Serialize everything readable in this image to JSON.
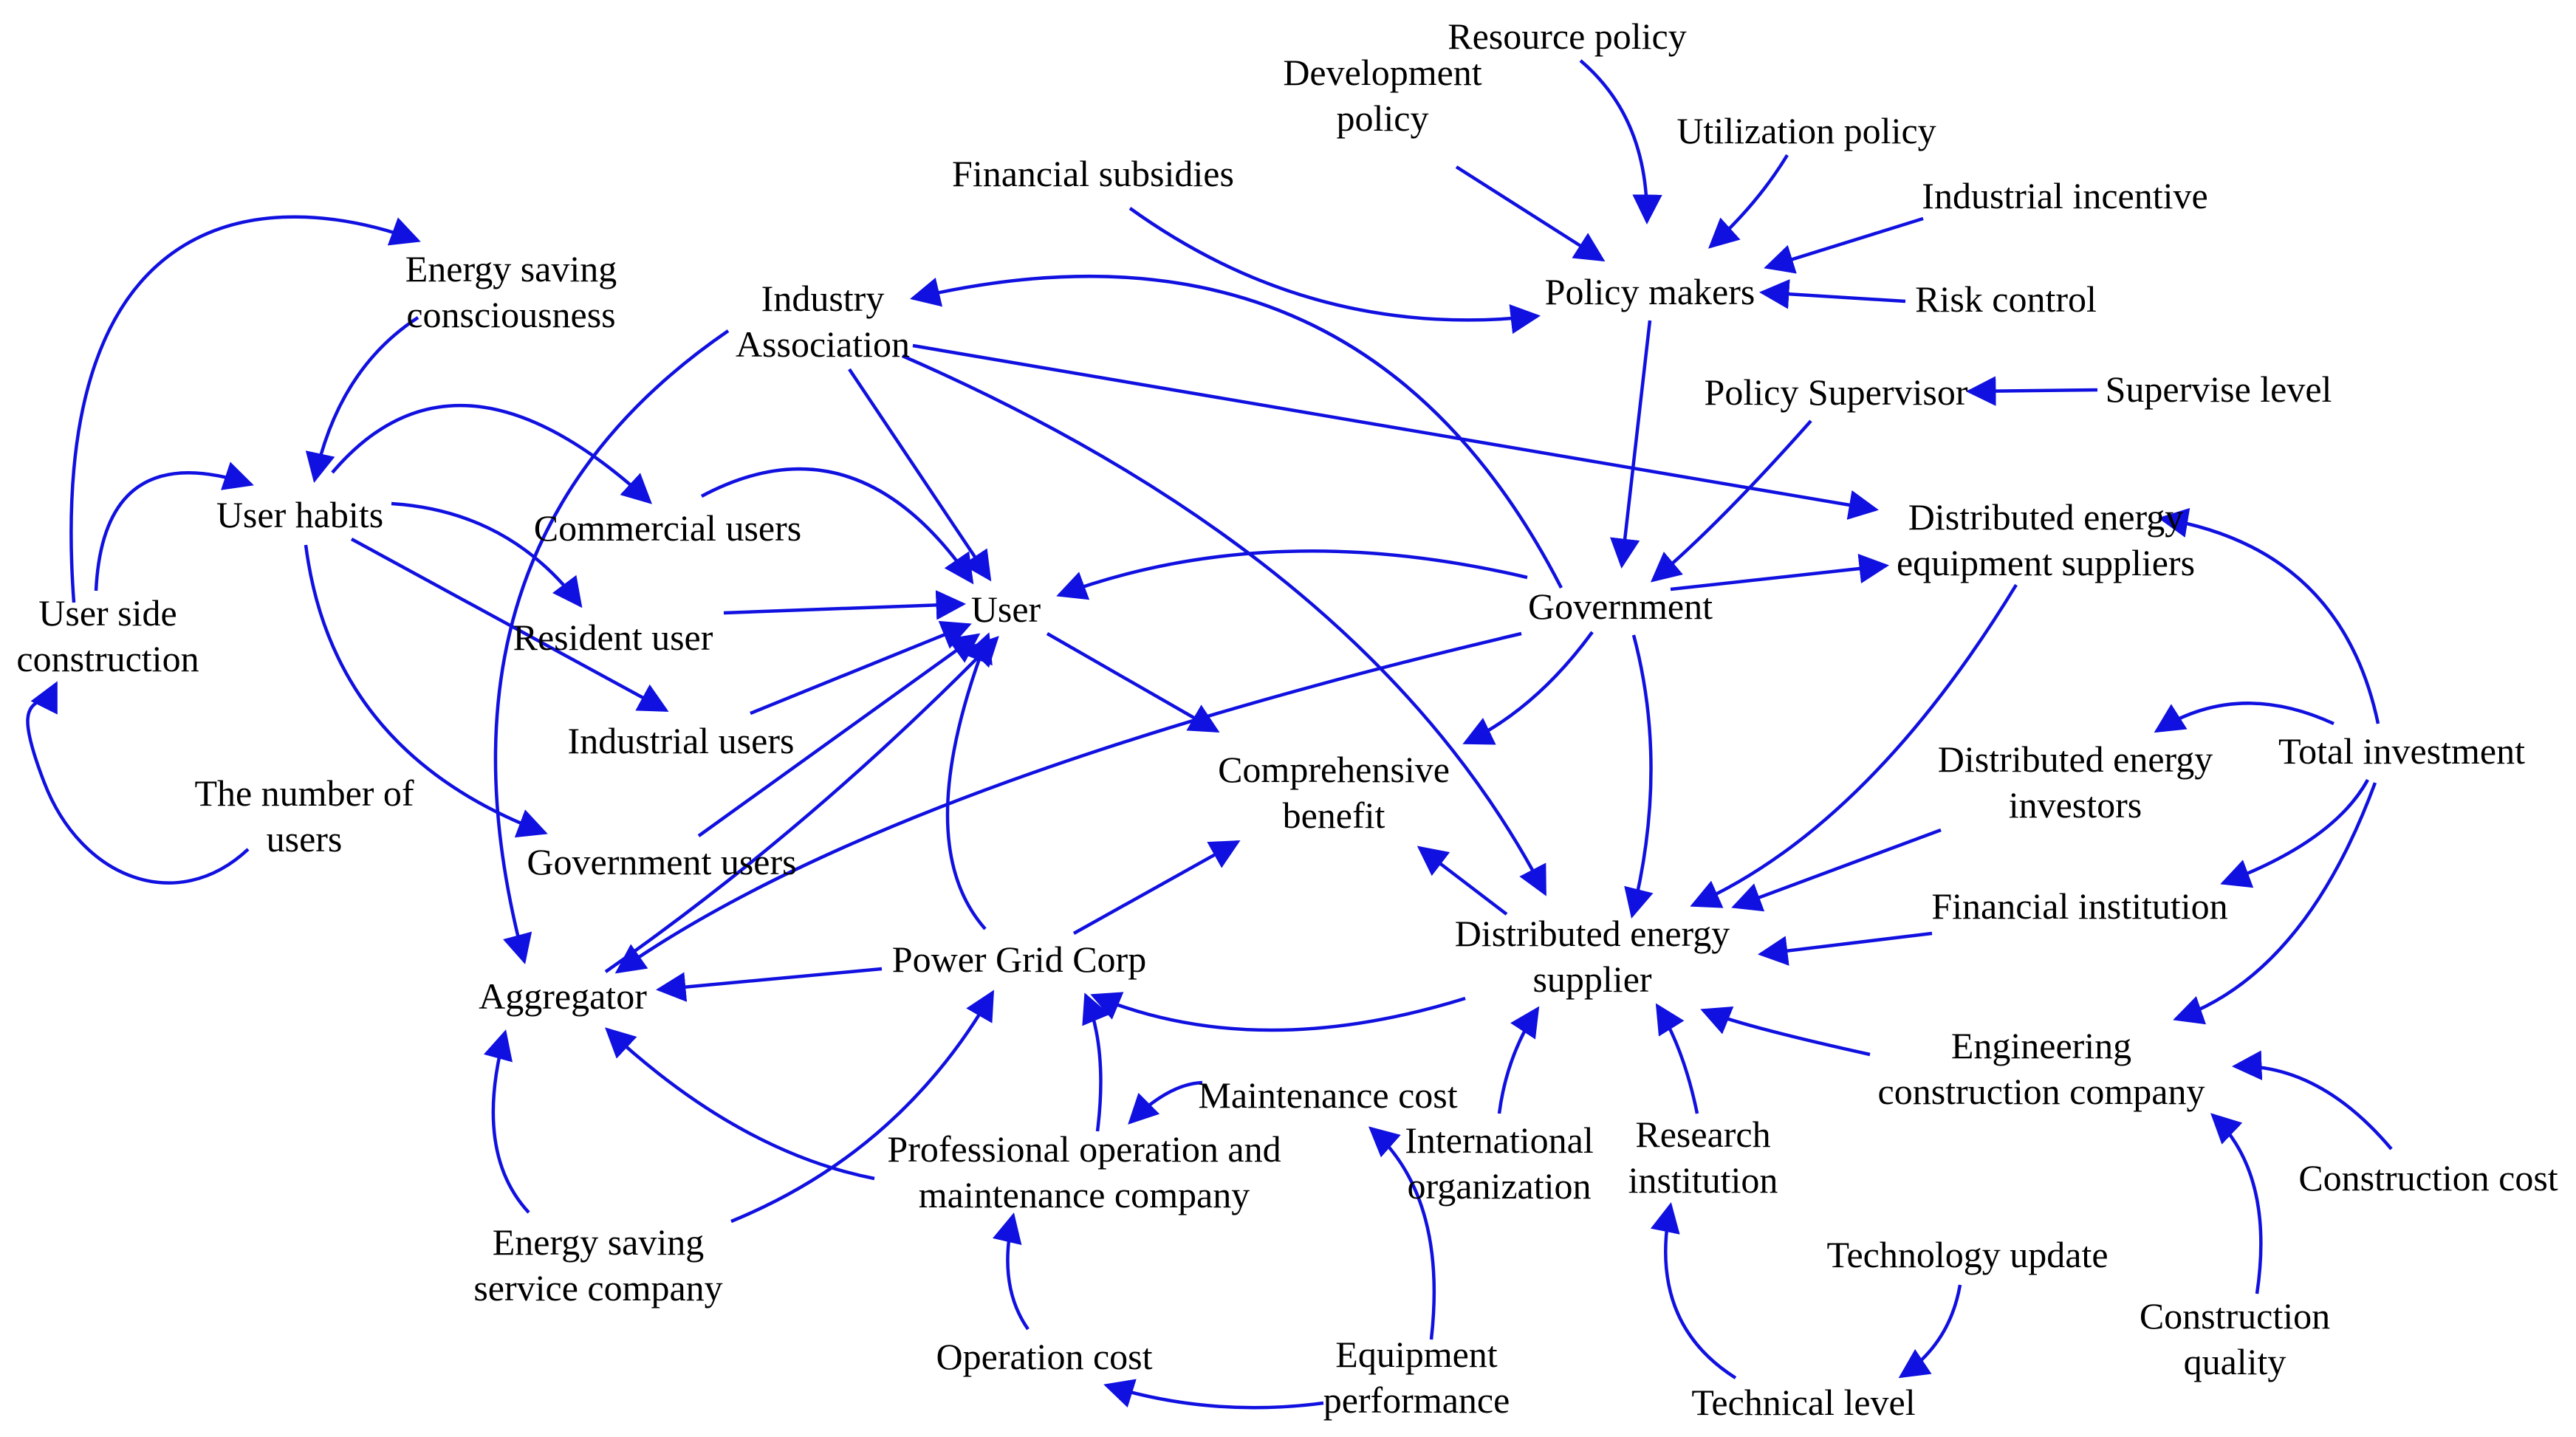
{
  "nodes": [
    {
      "id": "resource_policy",
      "lines": [
        "Resource policy"
      ]
    },
    {
      "id": "development_policy",
      "lines": [
        "Development",
        "policy"
      ]
    },
    {
      "id": "utilization_policy",
      "lines": [
        "Utilization policy"
      ]
    },
    {
      "id": "financial_subsidies",
      "lines": [
        "Financial subsidies"
      ]
    },
    {
      "id": "industrial_incentive",
      "lines": [
        "Industrial incentive"
      ]
    },
    {
      "id": "policy_makers",
      "lines": [
        "Policy makers"
      ]
    },
    {
      "id": "risk_control",
      "lines": [
        "Risk control"
      ]
    },
    {
      "id": "energy_saving_consciousness",
      "lines": [
        "Energy saving",
        "consciousness"
      ]
    },
    {
      "id": "industry_association",
      "lines": [
        "Industry",
        "Association"
      ]
    },
    {
      "id": "policy_supervisor",
      "lines": [
        "Policy Supervisor"
      ]
    },
    {
      "id": "supervise_level",
      "lines": [
        "Supervise level"
      ]
    },
    {
      "id": "user_habits",
      "lines": [
        "User habits"
      ]
    },
    {
      "id": "commercial_users",
      "lines": [
        "Commercial users"
      ]
    },
    {
      "id": "distributed_energy_equipment_suppliers",
      "lines": [
        "Distributed energy",
        "equipment suppliers"
      ]
    },
    {
      "id": "user_side_construction",
      "lines": [
        "User side",
        "construction"
      ]
    },
    {
      "id": "resident_user",
      "lines": [
        "Resident user"
      ]
    },
    {
      "id": "user",
      "lines": [
        "User"
      ]
    },
    {
      "id": "government",
      "lines": [
        "Government"
      ]
    },
    {
      "id": "industrial_users",
      "lines": [
        "Industrial users"
      ]
    },
    {
      "id": "comprehensive_benefit",
      "lines": [
        "Comprehensive",
        "benefit"
      ]
    },
    {
      "id": "distributed_energy_investors",
      "lines": [
        "Distributed energy",
        "investors"
      ]
    },
    {
      "id": "total_investment",
      "lines": [
        "Total investment"
      ]
    },
    {
      "id": "the_number_of_users",
      "lines": [
        "The number of",
        "users"
      ]
    },
    {
      "id": "government_users",
      "lines": [
        "Government users"
      ]
    },
    {
      "id": "financial_institution",
      "lines": [
        "Financial institution"
      ]
    },
    {
      "id": "distributed_energy_supplier",
      "lines": [
        "Distributed energy",
        "supplier"
      ]
    },
    {
      "id": "power_grid_corp",
      "lines": [
        "Power Grid Corp"
      ]
    },
    {
      "id": "aggregator",
      "lines": [
        "Aggregator"
      ]
    },
    {
      "id": "engineering_construction_company",
      "lines": [
        "Engineering",
        "construction company"
      ]
    },
    {
      "id": "maintenance_cost",
      "lines": [
        "Maintenance cost"
      ]
    },
    {
      "id": "international_organization",
      "lines": [
        "International",
        "organization"
      ]
    },
    {
      "id": "research_institution",
      "lines": [
        "Research",
        "institution"
      ]
    },
    {
      "id": "professional_om_company",
      "lines": [
        "Professional operation and",
        "maintenance company"
      ]
    },
    {
      "id": "construction_cost",
      "lines": [
        "Construction cost"
      ]
    },
    {
      "id": "energy_saving_service_company",
      "lines": [
        "Energy saving",
        "service company"
      ]
    },
    {
      "id": "technology_update",
      "lines": [
        "Technology update"
      ]
    },
    {
      "id": "construction_quality",
      "lines": [
        "Construction",
        "quality"
      ]
    },
    {
      "id": "operation_cost",
      "lines": [
        "Operation cost"
      ]
    },
    {
      "id": "equipment_performance",
      "lines": [
        "Equipment",
        "performance"
      ]
    },
    {
      "id": "technical_level",
      "lines": [
        "Technical level"
      ]
    }
  ],
  "edges": [
    {
      "from": "resource_policy",
      "to": "policy_makers"
    },
    {
      "from": "development_policy",
      "to": "policy_makers"
    },
    {
      "from": "utilization_policy",
      "to": "policy_makers"
    },
    {
      "from": "industrial_incentive",
      "to": "policy_makers"
    },
    {
      "from": "risk_control",
      "to": "policy_makers"
    },
    {
      "from": "financial_subsidies",
      "to": "policy_makers"
    },
    {
      "from": "government",
      "to": "industry_association"
    },
    {
      "from": "policy_makers",
      "to": "government"
    },
    {
      "from": "supervise_level",
      "to": "policy_supervisor"
    },
    {
      "from": "policy_supervisor",
      "to": "government"
    },
    {
      "from": "government",
      "to": "distributed_energy_equipment_suppliers"
    },
    {
      "from": "industry_association",
      "to": "distributed_energy_equipment_suppliers"
    },
    {
      "from": "total_investment",
      "to": "distributed_energy_equipment_suppliers"
    },
    {
      "from": "total_investment",
      "to": "distributed_energy_investors"
    },
    {
      "from": "total_investment",
      "to": "financial_institution"
    },
    {
      "from": "total_investment",
      "to": "engineering_construction_company"
    },
    {
      "from": "distributed_energy_equipment_suppliers",
      "to": "distributed_energy_supplier"
    },
    {
      "from": "distributed_energy_investors",
      "to": "distributed_energy_supplier"
    },
    {
      "from": "financial_institution",
      "to": "distributed_energy_supplier"
    },
    {
      "from": "engineering_construction_company",
      "to": "distributed_energy_supplier"
    },
    {
      "from": "research_institution",
      "to": "distributed_energy_supplier"
    },
    {
      "from": "international_organization",
      "to": "distributed_energy_supplier"
    },
    {
      "from": "government",
      "to": "distributed_energy_supplier"
    },
    {
      "from": "industry_association",
      "to": "distributed_energy_supplier"
    },
    {
      "from": "distributed_energy_supplier",
      "to": "comprehensive_benefit"
    },
    {
      "from": "distributed_energy_supplier",
      "to": "power_grid_corp"
    },
    {
      "from": "government",
      "to": "comprehensive_benefit"
    },
    {
      "from": "user",
      "to": "comprehensive_benefit"
    },
    {
      "from": "power_grid_corp",
      "to": "comprehensive_benefit"
    },
    {
      "from": "government",
      "to": "user"
    },
    {
      "from": "industry_association",
      "to": "user"
    },
    {
      "from": "commercial_users",
      "to": "user"
    },
    {
      "from": "resident_user",
      "to": "user"
    },
    {
      "from": "industrial_users",
      "to": "user"
    },
    {
      "from": "government_users",
      "to": "user"
    },
    {
      "from": "power_grid_corp",
      "to": "user"
    },
    {
      "from": "aggregator",
      "to": "user"
    },
    {
      "from": "government",
      "to": "aggregator"
    },
    {
      "from": "industry_association",
      "to": "aggregator"
    },
    {
      "from": "power_grid_corp",
      "to": "aggregator"
    },
    {
      "from": "energy_saving_service_company",
      "to": "aggregator"
    },
    {
      "from": "professional_om_company",
      "to": "aggregator"
    },
    {
      "from": "energy_saving_service_company",
      "to": "power_grid_corp"
    },
    {
      "from": "professional_om_company",
      "to": "power_grid_corp"
    },
    {
      "from": "maintenance_cost",
      "to": "professional_om_company"
    },
    {
      "from": "operation_cost",
      "to": "professional_om_company"
    },
    {
      "from": "equipment_performance",
      "to": "operation_cost"
    },
    {
      "from": "equipment_performance",
      "to": "maintenance_cost"
    },
    {
      "from": "technical_level",
      "to": "research_institution"
    },
    {
      "from": "technology_update",
      "to": "technical_level"
    },
    {
      "from": "construction_cost",
      "to": "engineering_construction_company"
    },
    {
      "from": "construction_quality",
      "to": "engineering_construction_company"
    },
    {
      "from": "energy_saving_consciousness",
      "to": "user_habits"
    },
    {
      "from": "user_side_construction",
      "to": "energy_saving_consciousness"
    },
    {
      "from": "user_side_construction",
      "to": "user_habits"
    },
    {
      "from": "the_number_of_users",
      "to": "user_side_construction"
    },
    {
      "from": "user_habits",
      "to": "commercial_users"
    },
    {
      "from": "user_habits",
      "to": "resident_user"
    },
    {
      "from": "user_habits",
      "to": "industrial_users"
    },
    {
      "from": "user_habits",
      "to": "government_users"
    }
  ]
}
